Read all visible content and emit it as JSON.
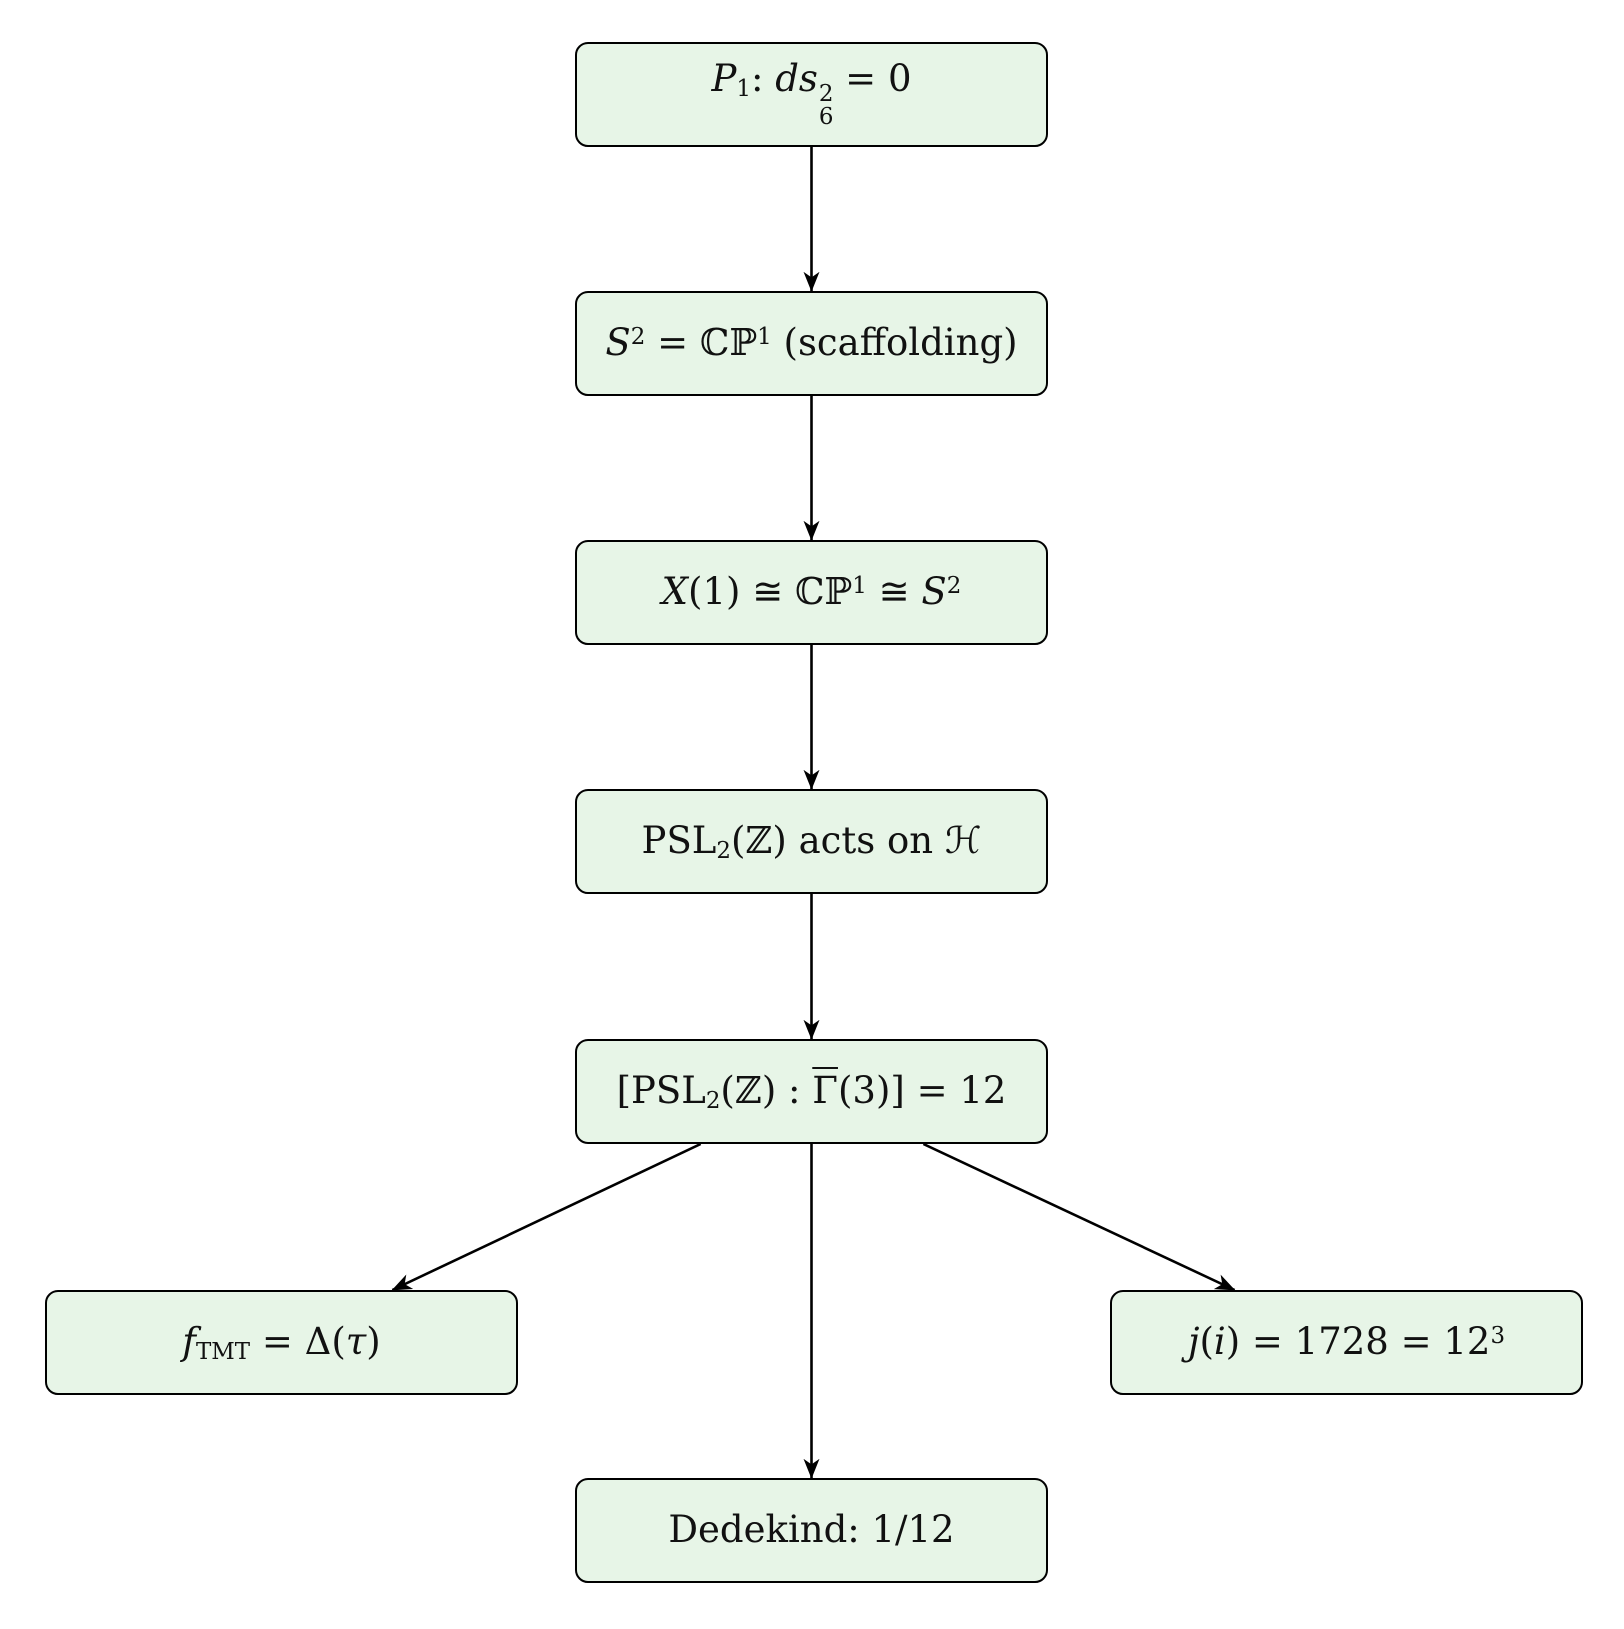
{
  "diagram": {
    "type": "flowchart",
    "background_color": "#ffffff",
    "node_fill_color": "#e7f5e7",
    "node_border_color": "#000000",
    "arrow_color": "#000000",
    "nodes": [
      {
        "id": "p1",
        "text": "P₁: ds₆² = 0",
        "html": "<i>P</i><sub>1</sub>: <i>ds</i><span class=\"stack\"><span>2</span><span>6</span></span> = 0"
      },
      {
        "id": "s2",
        "text": "S² = ℂℙ¹ (scaffolding)",
        "html": "<i>S</i><sup>2</sup> = ℂℙ<sup>1</sup> (scaffolding)"
      },
      {
        "id": "x1",
        "text": "X(1) ≅ ℂℙ¹ ≅ S²",
        "html": "<i>X</i>(1) ≅ ℂℙ<sup>1</sup> ≅ <i>S</i><sup>2</sup>"
      },
      {
        "id": "psl",
        "text": "PSL₂(ℤ) acts on ℋ",
        "html": "PSL<sub>2</sub>(ℤ) acts on <i>ℋ</i>"
      },
      {
        "id": "index",
        "text": "[PSL₂(ℤ) : Γ̄(3)] = 12",
        "html": "[PSL<sub>2</sub>(ℤ) : <span class=\"bar\">Γ</span>(3)] = 12"
      },
      {
        "id": "ftmt",
        "text": "f_TMT = Δ(τ)",
        "html": "<i>f</i><sub>TMT</sub> = Δ(<i>τ</i>)"
      },
      {
        "id": "dedekind",
        "text": "Dedekind: 1/12",
        "html": "Dedekind: 1/12"
      },
      {
        "id": "jinv",
        "text": "j(i) = 1728 = 12³",
        "html": "<i>j</i>(<i>i</i>) = 1728 = 12<sup>3</sup>"
      }
    ],
    "edges": [
      {
        "from": "p1",
        "to": "s2"
      },
      {
        "from": "s2",
        "to": "x1"
      },
      {
        "from": "x1",
        "to": "psl"
      },
      {
        "from": "psl",
        "to": "index"
      },
      {
        "from": "index",
        "to": "ftmt"
      },
      {
        "from": "index",
        "to": "dedekind"
      },
      {
        "from": "index",
        "to": "jinv"
      }
    ]
  }
}
